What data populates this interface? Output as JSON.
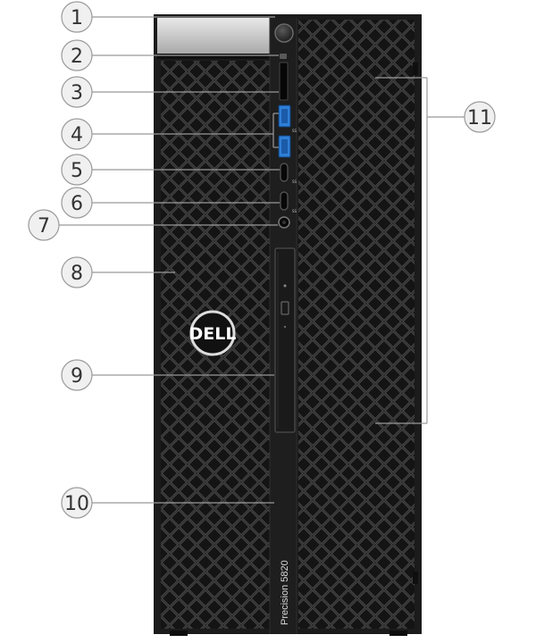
{
  "logo": {
    "text": "DELL"
  },
  "model_label": "Precision 5820",
  "port_labels": {
    "usb_a": "SS",
    "usb_c_1": "SS",
    "usb_c_2": "SS"
  },
  "colors": {
    "chassis": "#191919",
    "mesh": "#3b3b3b",
    "mesh_highlight": "#4a4a4a",
    "handle": "#c8c8c8",
    "usb_blue": "#2f7fd8",
    "callout_circle": "#f0f0f0",
    "callout_stroke": "#9a9a9a",
    "leader_line": "#999999"
  },
  "callouts": [
    {
      "number": "1",
      "target": "power-button"
    },
    {
      "number": "2",
      "target": "hard-drive-activity-light"
    },
    {
      "number": "3",
      "target": "sd-card-reader"
    },
    {
      "number": "4",
      "target": "usb-a-ports"
    },
    {
      "number": "5",
      "target": "usb-c-port-1"
    },
    {
      "number": "6",
      "target": "usb-c-port-2"
    },
    {
      "number": "7",
      "target": "headset-port"
    },
    {
      "number": "8",
      "target": "left-front-mesh"
    },
    {
      "number": "9",
      "target": "optical-drive-bay"
    },
    {
      "number": "10",
      "target": "front-bezel"
    },
    {
      "number": "11",
      "target": "right-front-mesh"
    }
  ]
}
